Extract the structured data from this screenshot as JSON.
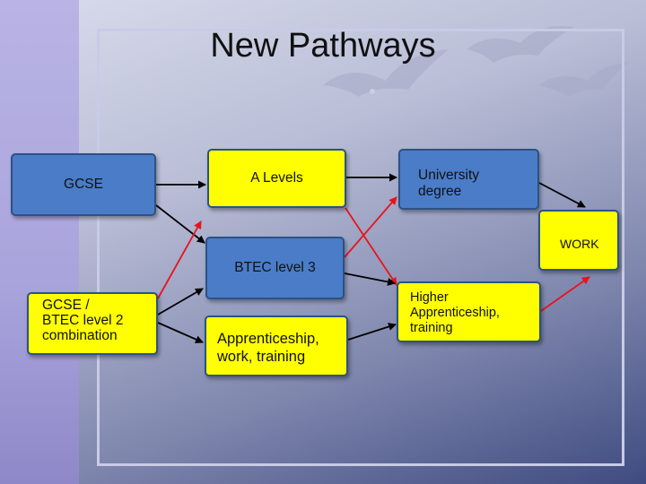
{
  "title": "New Pathways",
  "boxes": {
    "gcse": "GCSE",
    "a_levels": "A Levels",
    "university": "University\ndegree",
    "work": "WORK",
    "btec3": "BTEC level 3",
    "gcse_btec": "GCSE /\nBTEC level 2\ncombination",
    "apprenticeship": "Apprenticeship,\nwork, training",
    "higher_apprenticeship": "Higher\nApprenticeship,\ntraining"
  },
  "colors": {
    "box_blue": "#4a7cc8",
    "box_yellow": "#ffff00",
    "arrow_black": "#000000",
    "arrow_red": "#e8141b"
  },
  "connections": [
    {
      "from": "gcse",
      "to": "a_levels",
      "color": "black"
    },
    {
      "from": "gcse",
      "to": "btec3",
      "color": "black"
    },
    {
      "from": "a_levels",
      "to": "university",
      "color": "black"
    },
    {
      "from": "a_levels",
      "to": "higher_apprenticeship",
      "color": "red"
    },
    {
      "from": "university",
      "to": "work",
      "color": "black"
    },
    {
      "from": "btec3",
      "to": "university",
      "color": "red"
    },
    {
      "from": "btec3",
      "to": "higher_apprenticeship",
      "color": "black"
    },
    {
      "from": "gcse_btec",
      "to": "a_levels",
      "color": "red"
    },
    {
      "from": "gcse_btec",
      "to": "btec3",
      "color": "black"
    },
    {
      "from": "gcse_btec",
      "to": "apprenticeship",
      "color": "black"
    },
    {
      "from": "apprenticeship",
      "to": "higher_apprenticeship",
      "color": "black"
    },
    {
      "from": "higher_apprenticeship",
      "to": "work",
      "color": "red"
    }
  ]
}
